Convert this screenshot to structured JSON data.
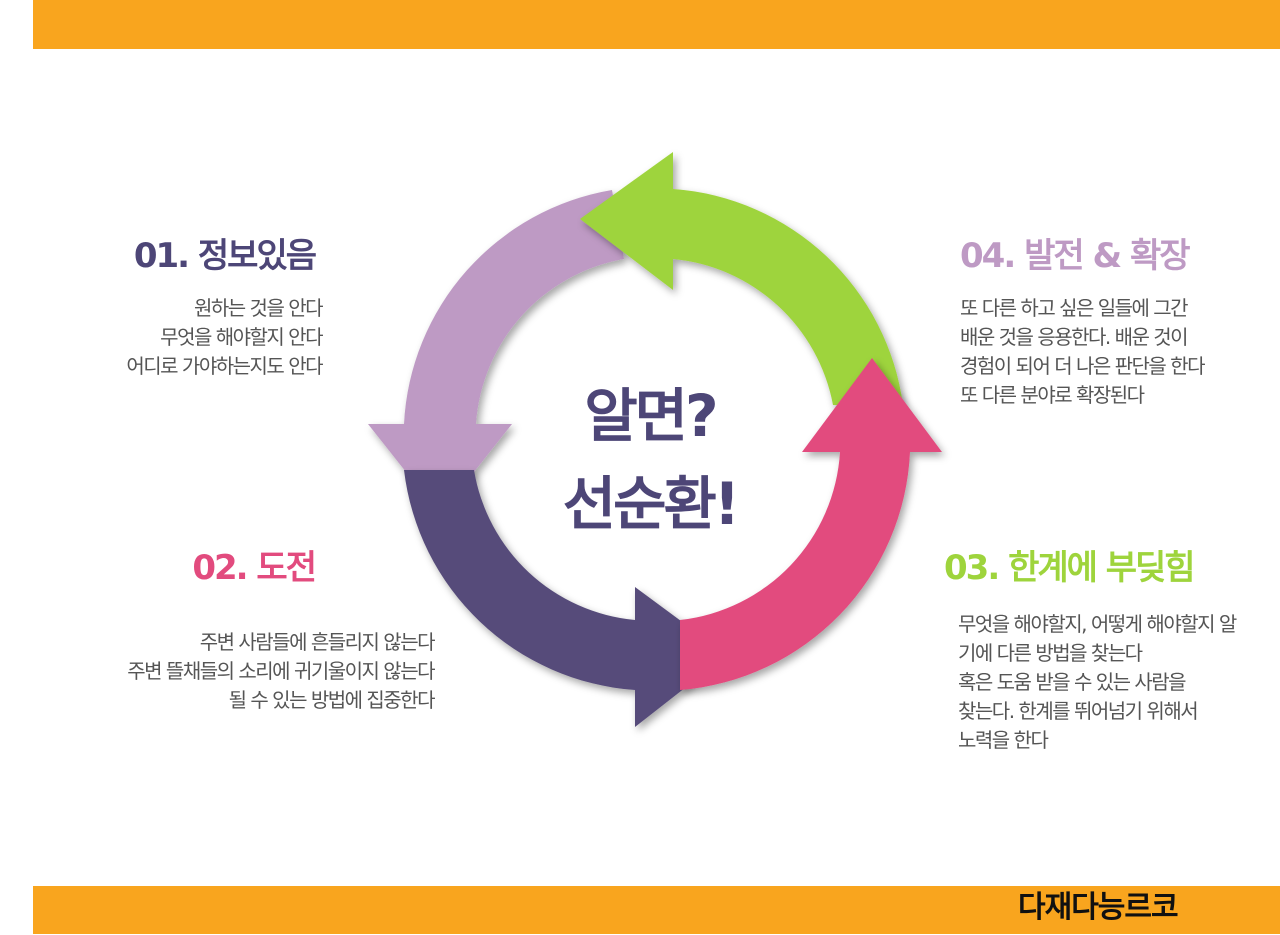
{
  "brand": "다재다능르코",
  "center": {
    "line1": "알면?",
    "line2": "선순환!"
  },
  "colors": {
    "bar": "#F9A51E",
    "purple_light": "#BE9AC4",
    "green": "#9ED43C",
    "pink": "#E24B7E",
    "purple_dark": "#574C7A"
  },
  "steps": [
    {
      "title": "01. 정보있음",
      "color": "#4D4677",
      "lines": [
        "원하는 것을 안다",
        "무엇을 해야할지 안다",
        "어디로 가야하는지도 안다"
      ]
    },
    {
      "title": "02. 도전",
      "color": "#E24B7E",
      "lines": [
        "주변 사람들에 흔들리지 않는다",
        "주변 뜰채들의 소리에 귀기울이지 않는다",
        "될 수 있는 방법에 집중한다"
      ]
    },
    {
      "title": "03. 한계에 부딪힘",
      "color": "#9ED43C",
      "lines": [
        "무엇을 해야할지, 어떻게 해야할지 알",
        "기에 다른 방법을 찾는다",
        "혹은 도움 받을 수 있는 사람을",
        "찾는다. 한계를 뛰어넘기 위해서",
        "노력을 한다"
      ]
    },
    {
      "title": "04. 발전 & 확장",
      "color": "#BE9AC4",
      "lines": [
        "또 다른 하고 싶은 일들에 그간",
        "배운 것을 응용한다. 배운 것이",
        "경험이 되어 더 나은 판단을 한다",
        "또 다른 분야로 확장된다"
      ]
    }
  ]
}
